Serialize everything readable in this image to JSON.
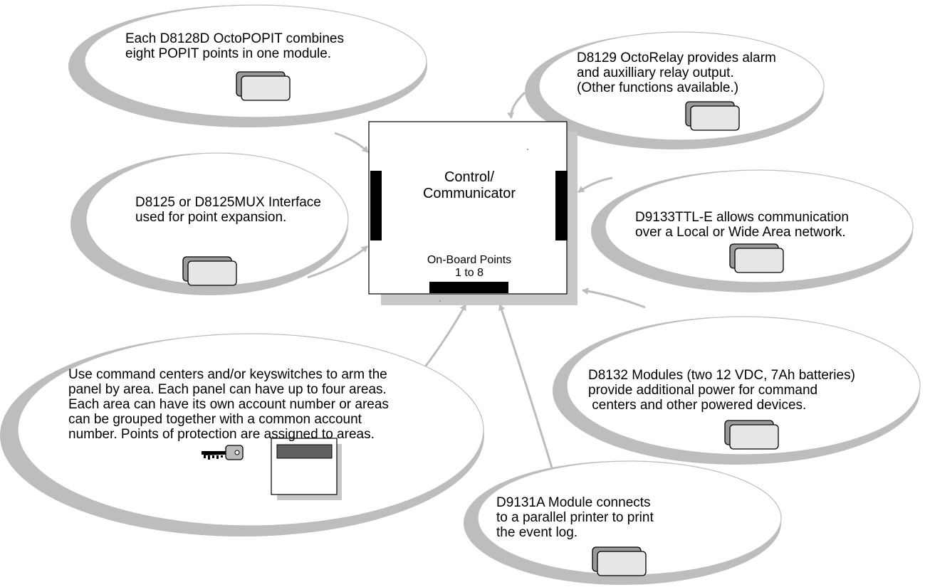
{
  "control_panel": {
    "title": "Control/\nCommunicator",
    "onboard_label": "On-Board Points\n1 to 8"
  },
  "callouts": {
    "octopopit": "Each D8128D OctoPOPIT combines\neight POPIT points in one module.",
    "octorelay": "D8129 OctoRelay provides alarm\nand auxilliary relay output.\n(Other functions available.)",
    "interface": "D8125 or D8125MUX Interface\nused for point expansion.",
    "ttl": "D9133TTL-E allows communication\nover a Local or Wide Area network.",
    "command_centers": "Use command centers and/or keyswitches to arm the\npanel by area. Each panel can have up to four areas.\nEach area can have its own account number or areas\ncan be grouped together with a common account\nnumber. Points of protection are assigned to areas.",
    "power_modules": "D8132 Modules (two 12 VDC, 7Ah batteries)\nprovide additional power for command\n centers and other powered devices.",
    "printer": "D9131A Module connects\nto a parallel printer to print\nthe event log."
  },
  "colors": {
    "ellipse_shadow": "#bdbdbd",
    "module_fill": "#e6e6e6",
    "panel_shadow": "#c8c8c8",
    "connector": "#000000"
  },
  "icons": {
    "module": "module-card-icon",
    "key": "key-icon",
    "keypad": "command-center-keypad-icon"
  }
}
